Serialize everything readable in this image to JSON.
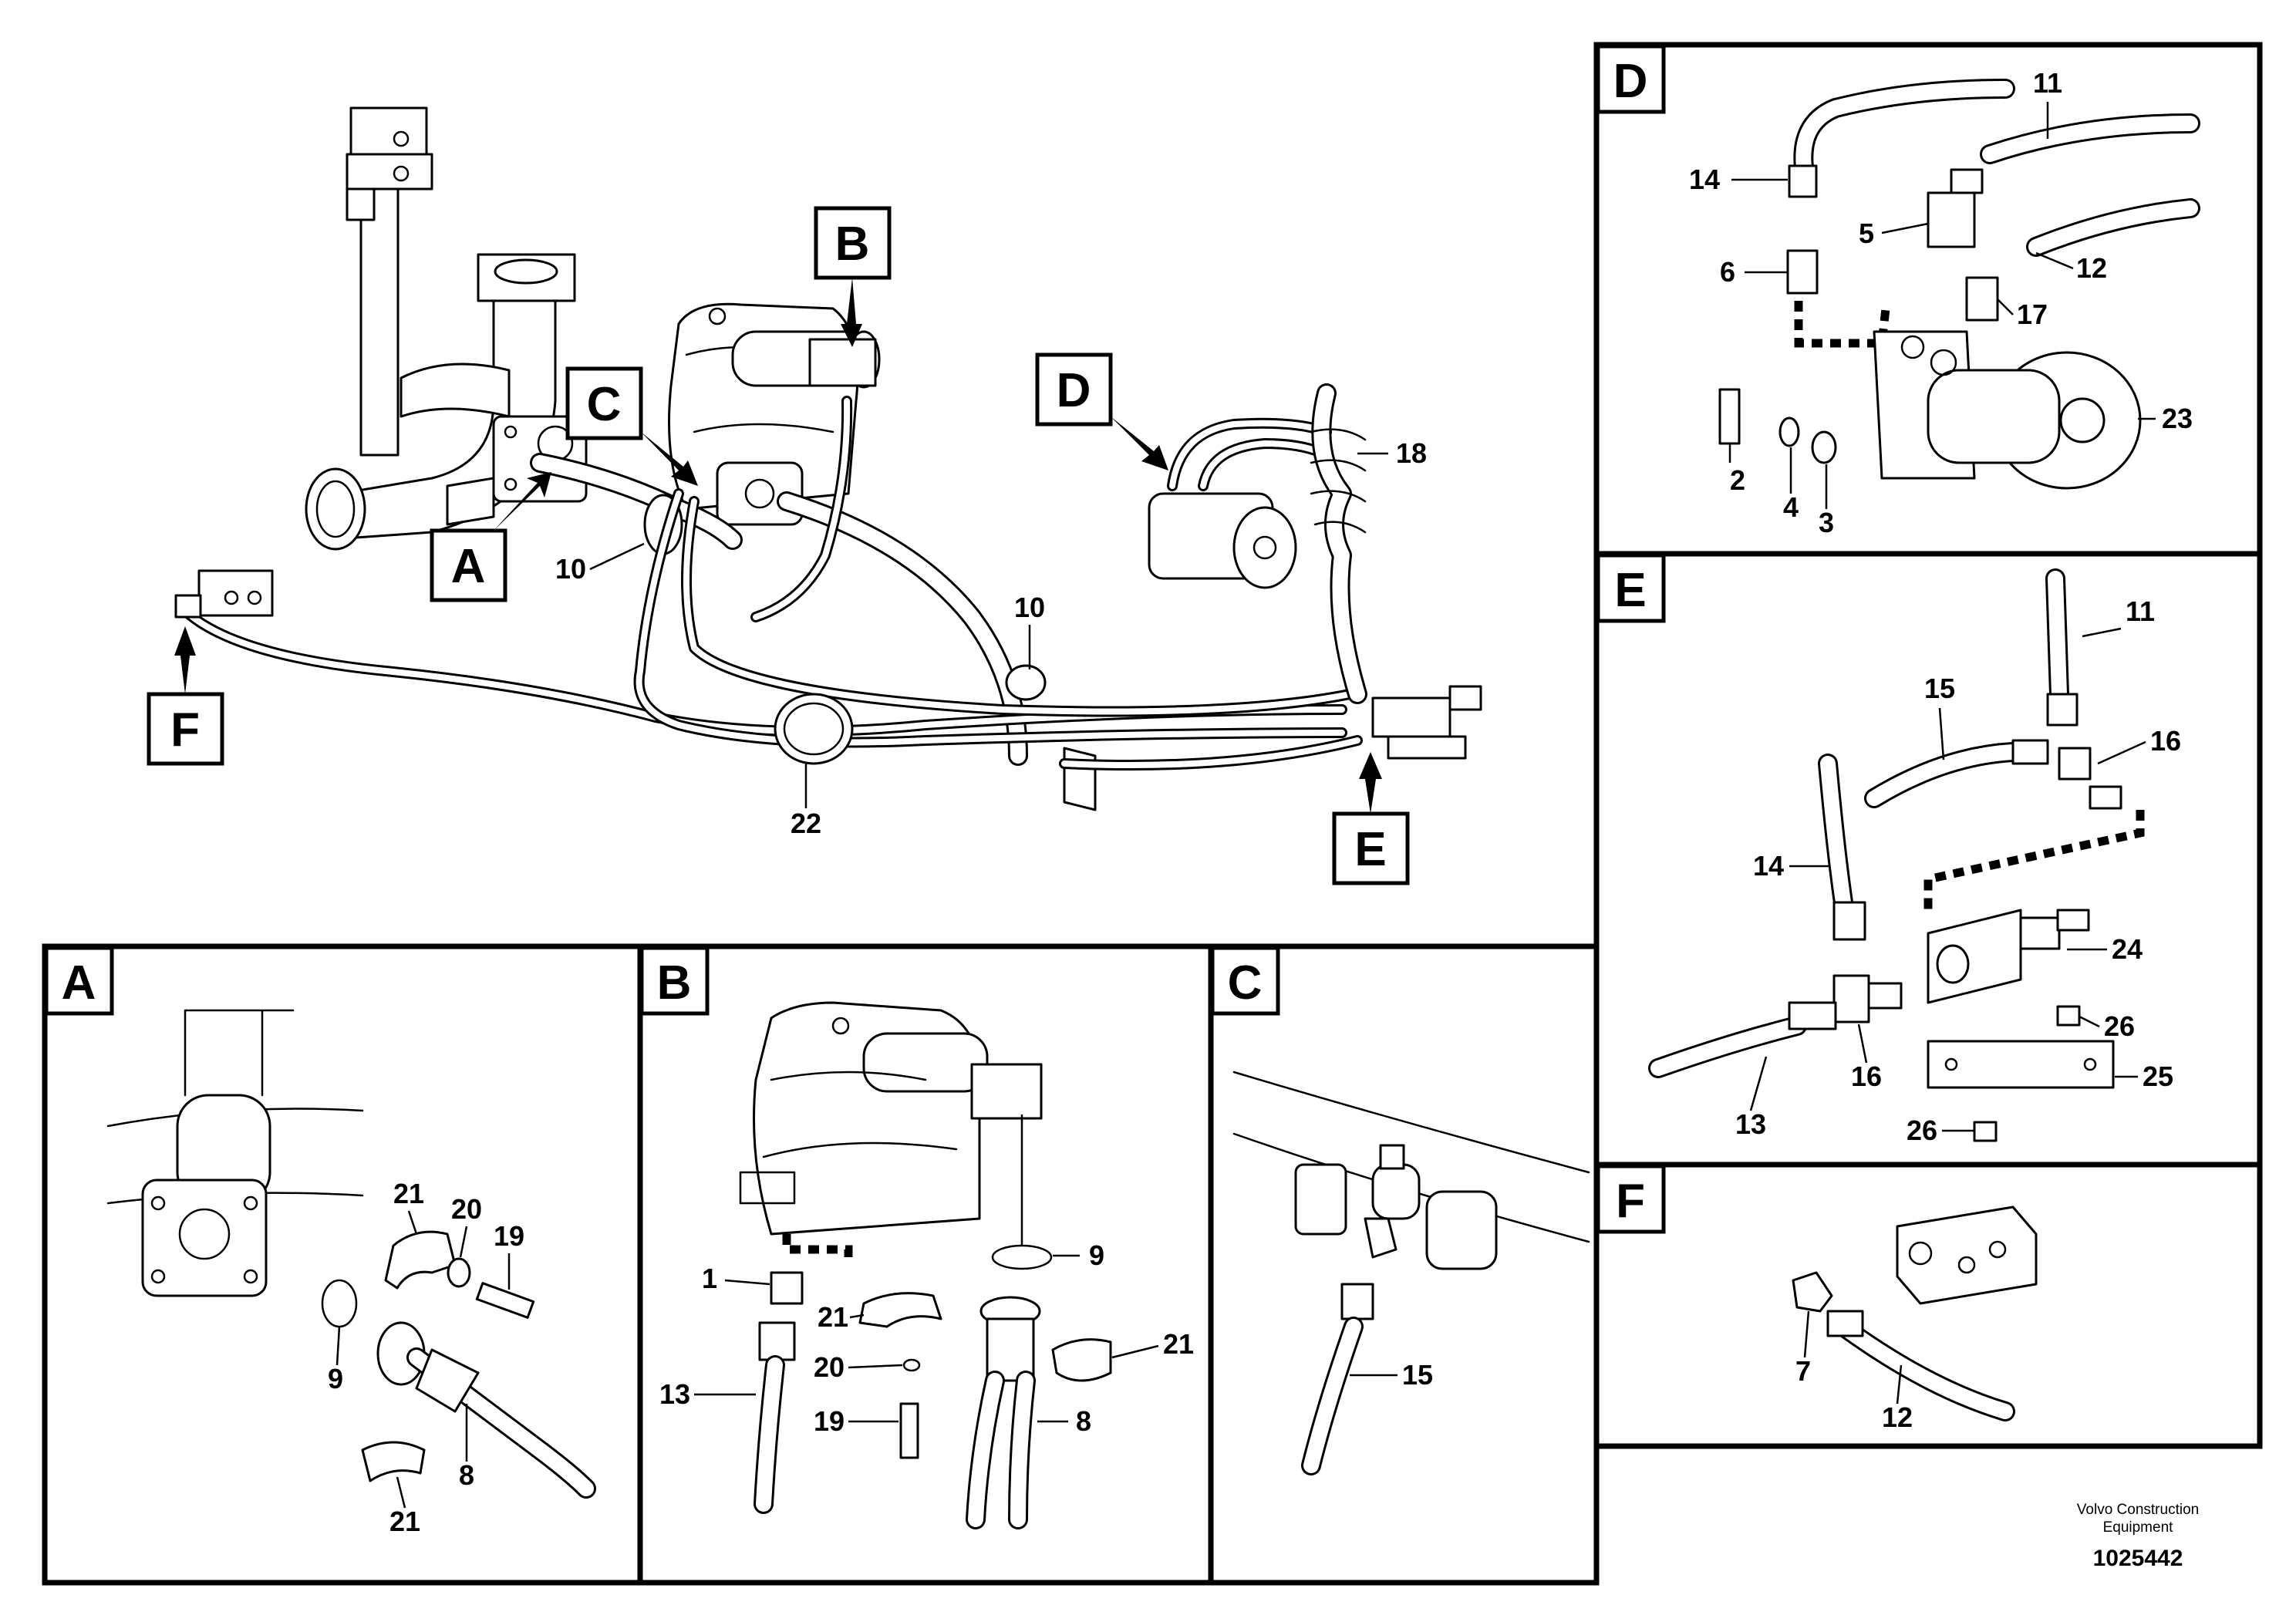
{
  "main_view": {
    "callout_boxes": [
      "A",
      "B",
      "C",
      "D",
      "E",
      "F"
    ],
    "part_numbers": [
      "10",
      "10",
      "18",
      "22"
    ]
  },
  "detail_panels": {
    "A": {
      "label": "A",
      "parts": [
        "21",
        "20",
        "19",
        "9",
        "8",
        "21"
      ]
    },
    "B": {
      "label": "B",
      "parts": [
        "1",
        "9",
        "21",
        "21",
        "20",
        "13",
        "19",
        "8"
      ]
    },
    "C": {
      "label": "C",
      "parts": [
        "15"
      ]
    },
    "D": {
      "label": "D",
      "parts": [
        "11",
        "14",
        "5",
        "12",
        "6",
        "17",
        "23",
        "2",
        "4",
        "3"
      ]
    },
    "E": {
      "label": "E",
      "parts": [
        "11",
        "15",
        "16",
        "14",
        "24",
        "26",
        "25",
        "13",
        "16",
        "26"
      ]
    },
    "F": {
      "label": "F",
      "parts": [
        "7",
        "12"
      ]
    }
  },
  "watermark": {
    "line1": "Volvo Construction",
    "line2": "Equipment",
    "doc_number": "1025442"
  }
}
